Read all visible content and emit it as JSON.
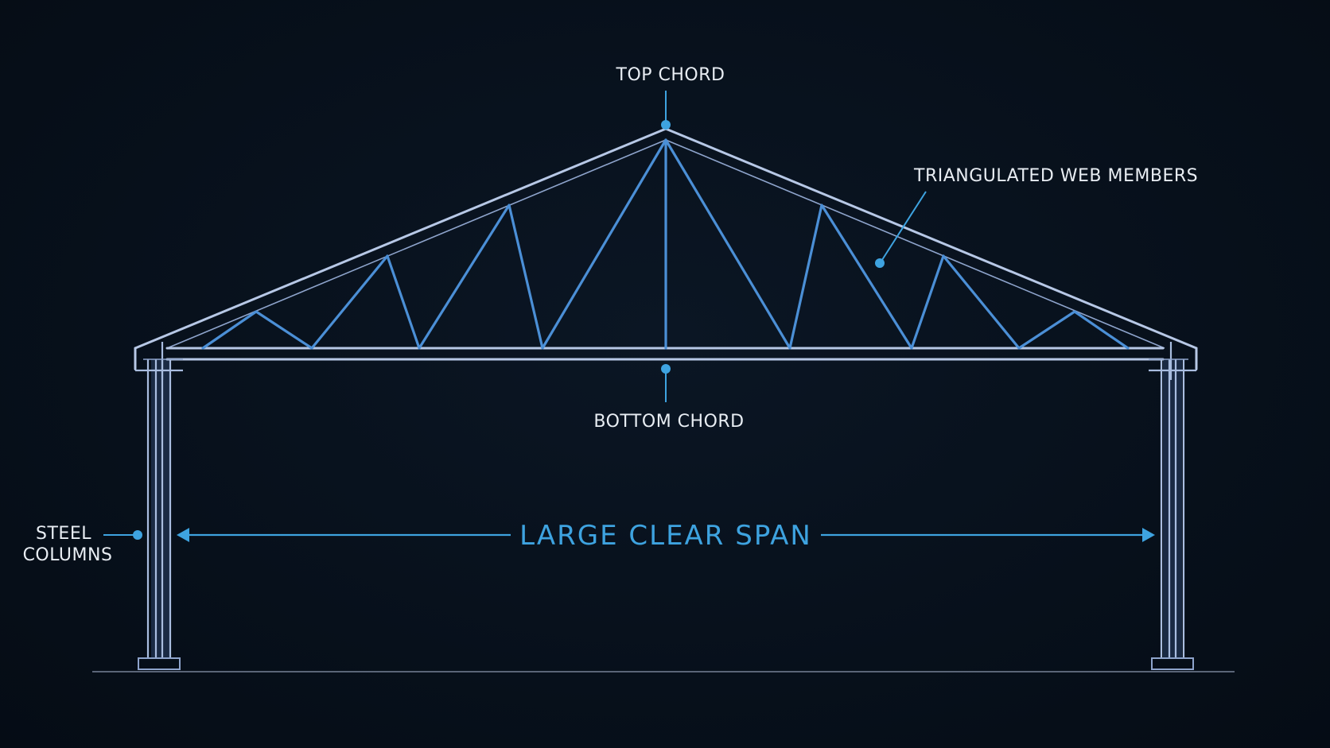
{
  "labels": {
    "top_chord": "TOP CHORD",
    "triangulated_web": "TRIANGULATED WEB MEMBERS",
    "bottom_chord": "BOTTOM CHORD",
    "steel_columns_line1": "STEEL",
    "steel_columns_line2": "COLUMNS",
    "large_clear_span": "LARGE CLEAR SPAN"
  },
  "colors": {
    "background": "#07101b",
    "accent": "#3ea3e0",
    "chord": "#b7c8e6",
    "web": "#4b8fd6",
    "text": "#e8edf3"
  }
}
